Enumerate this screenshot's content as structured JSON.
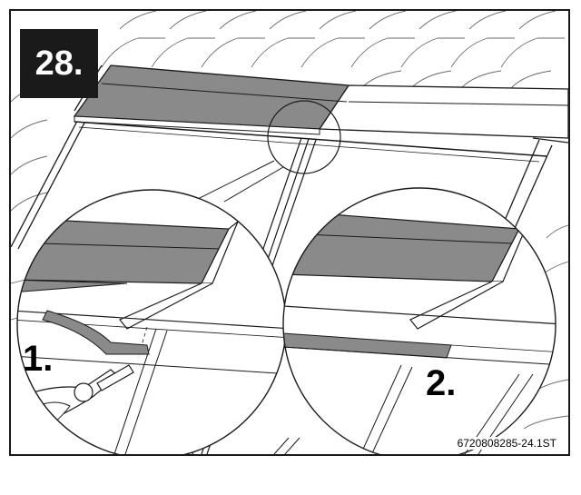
{
  "step_number": "28.",
  "callouts": {
    "first": "1.",
    "second": "2."
  },
  "reference_code": "6720808285-24.1ST",
  "colors": {
    "flashing_gray": "#8a8a8a",
    "line": "#1a1a1a",
    "badge_bg": "#1a1a1a",
    "badge_text": "#ffffff"
  }
}
